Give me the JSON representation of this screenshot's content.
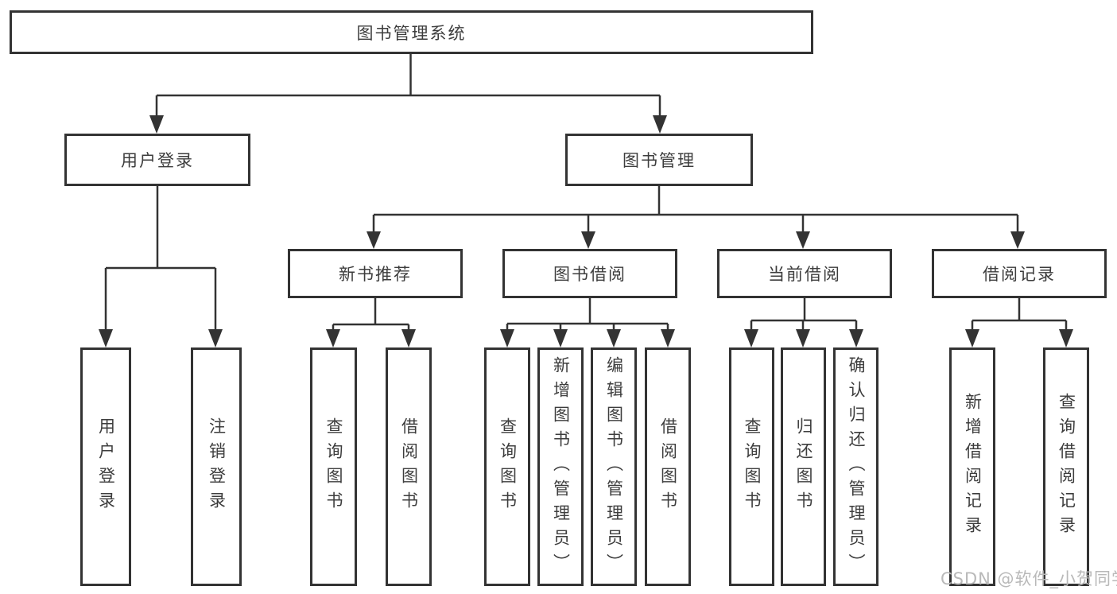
{
  "tree": {
    "root": {
      "label": "图书管理系统"
    },
    "children": [
      {
        "label": "用户登录",
        "children": [
          {
            "label": "用户登录"
          },
          {
            "label": "注销登录"
          }
        ]
      },
      {
        "label": "图书管理",
        "children": [
          {
            "label": "新书推荐",
            "children": [
              {
                "label": "查询图书"
              },
              {
                "label": "借阅图书"
              }
            ]
          },
          {
            "label": "图书借阅",
            "children": [
              {
                "label": "查询图书"
              },
              {
                "label": "新增图书（管理员）"
              },
              {
                "label": "编辑图书（管理员）"
              },
              {
                "label": "借阅图书"
              }
            ]
          },
          {
            "label": "当前借阅",
            "children": [
              {
                "label": "查询图书"
              },
              {
                "label": "归还图书"
              },
              {
                "label": "确认归还（管理员）"
              }
            ]
          },
          {
            "label": "借阅记录",
            "children": [
              {
                "label": "新增借阅记录"
              },
              {
                "label": "查询借阅记录"
              }
            ]
          }
        ]
      }
    ]
  },
  "watermark": "CSDN @软件_小贺同学",
  "colors": {
    "line": "#333333",
    "text": "#3d3d3d",
    "watermark": "#b9b9b9",
    "background": "#ffffff"
  }
}
